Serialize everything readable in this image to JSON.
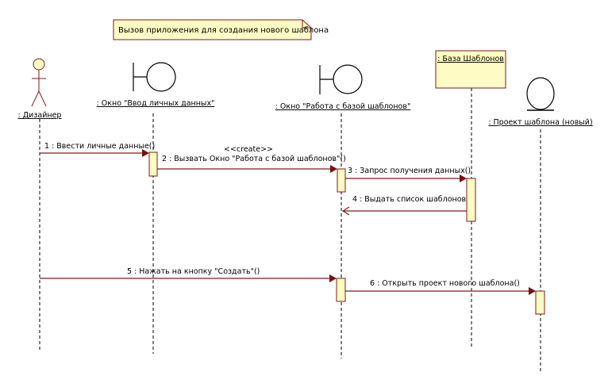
{
  "note": {
    "text": "Вызов приложения для создания нового шаблона"
  },
  "colors": {
    "note_fill": "#fffbc4",
    "border": "#7a1e1e",
    "message_line": "#7a1e1e"
  },
  "participants": [
    {
      "id": "designer",
      "type": "actor",
      "label": ": Дизайнер"
    },
    {
      "id": "window_input",
      "type": "boundary",
      "label": ": Окно \"Ввод личных данных\""
    },
    {
      "id": "window_templates",
      "type": "boundary",
      "label": ": Окно \"Работа с базой шаблонов\""
    },
    {
      "id": "template_db",
      "type": "object",
      "label": ": База Шаблонов"
    },
    {
      "id": "new_project",
      "type": "entity",
      "label": ": Проект шаблона (новый)"
    }
  ],
  "messages": [
    {
      "num": "1",
      "text": "1 : Ввести личные данные()",
      "from": "designer",
      "to": "window_input",
      "kind": "sync"
    },
    {
      "num": "2",
      "text": "2 : Вызвать Окно \"Работа с базой шаблонов\"()",
      "stereotype": "<<create>>",
      "from": "window_input",
      "to": "window_templates",
      "kind": "sync"
    },
    {
      "num": "3",
      "text": "3 : Запрос получения данных()",
      "from": "window_templates",
      "to": "template_db",
      "kind": "sync"
    },
    {
      "num": "4",
      "text": "4 : Выдать список шаблонов",
      "from": "template_db",
      "to": "window_templates",
      "kind": "return"
    },
    {
      "num": "5",
      "text": "5 : Нажать на кнопку \"Создать\"()",
      "from": "designer",
      "to": "window_templates",
      "kind": "sync"
    },
    {
      "num": "6",
      "text": "6 : Открыть проект нового шаблона()",
      "from": "window_templates",
      "to": "new_project",
      "kind": "sync"
    }
  ]
}
